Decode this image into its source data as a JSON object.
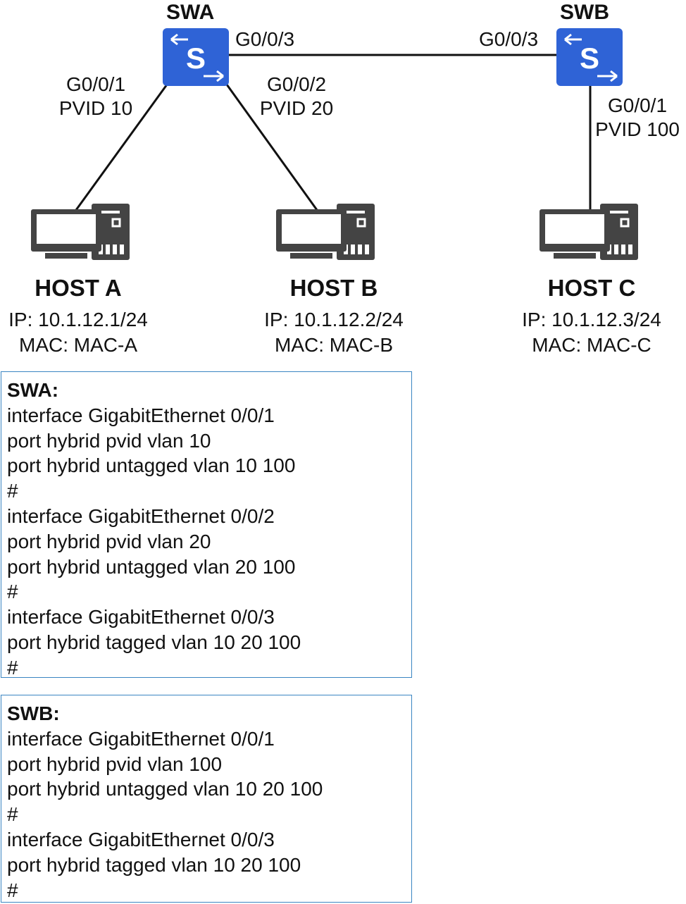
{
  "switches": {
    "swa": {
      "name": "SWA",
      "glyph": "S"
    },
    "swb": {
      "name": "SWB",
      "glyph": "S"
    }
  },
  "ports": {
    "swa_to_swb": "G0/0/3",
    "swb_to_swa": "G0/0/3",
    "swa_g1": {
      "port": "G0/0/1",
      "pvid": "PVID 10"
    },
    "swa_g2": {
      "port": "G0/0/2",
      "pvid": "PVID 20"
    },
    "swb_g1": {
      "port": "G0/0/1",
      "pvid": "PVID 100"
    }
  },
  "hosts": [
    {
      "name": "HOST A",
      "ip": "IP: 10.1.12.1/24",
      "mac": "MAC:  MAC-A"
    },
    {
      "name": "HOST B",
      "ip": "IP: 10.1.12.2/24",
      "mac": "MAC:  MAC-B"
    },
    {
      "name": "HOST C",
      "ip": "IP: 10.1.12.3/24",
      "mac": "MAC:  MAC-C"
    }
  ],
  "configs": {
    "swa": {
      "title": "SWA:",
      "lines": [
        "interface GigabitEthernet 0/0/1",
        "port hybrid pvid vlan 10",
        "port hybrid untagged vlan 10 100",
        "#",
        "interface GigabitEthernet 0/0/2",
        "port hybrid pvid vlan 20",
        "port hybrid untagged vlan 20 100",
        "#",
        "interface GigabitEthernet 0/0/3",
        "port hybrid tagged vlan 10 20 100",
        "#"
      ]
    },
    "swb": {
      "title": "SWB:",
      "lines": [
        "interface GigabitEthernet 0/0/1",
        "port hybrid pvid vlan 100",
        "port hybrid untagged vlan 10 20 100",
        "#",
        "interface GigabitEthernet 0/0/3",
        "port hybrid tagged vlan 10 20 100",
        "#"
      ]
    }
  },
  "colors": {
    "switch_fill": "#2f63d6",
    "config_border": "#3a85c2",
    "link": "#111111",
    "host_icon": "#444444"
  }
}
